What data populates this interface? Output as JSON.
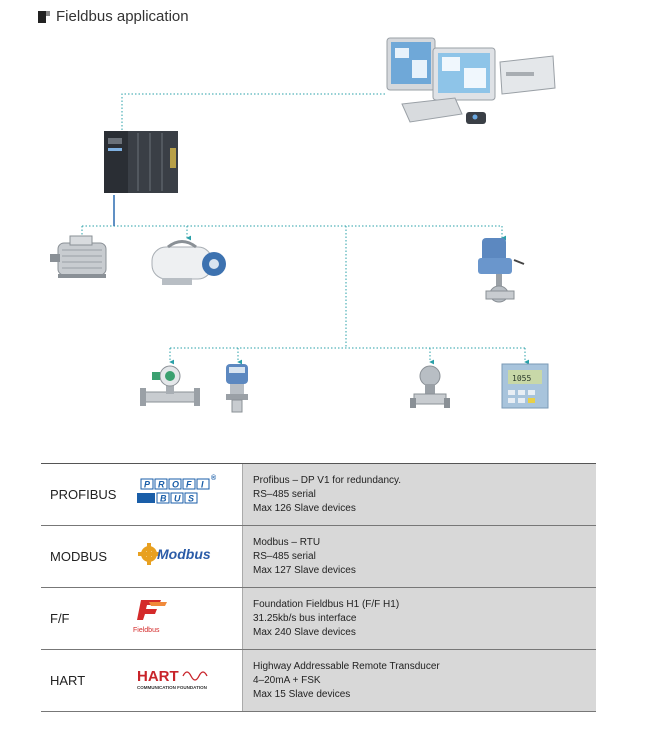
{
  "header": {
    "title": "Fieldbus application"
  },
  "protocols": [
    {
      "name": "PROFIBUS",
      "logo": {
        "icon": "profibus-logo-icon",
        "row1": [
          "P",
          "R",
          "O",
          "F",
          "I"
        ],
        "row2": [
          "B",
          "U",
          "S"
        ],
        "mark": "®",
        "color": "#1a5ea8"
      },
      "lines": [
        "Profibus – DP V1 for redundancy.",
        "RS–485 serial",
        "Max 126 Slave devices"
      ]
    },
    {
      "name": "MODBUS",
      "logo": {
        "icon": "modbus-logo-icon",
        "text": "Modbus",
        "color": "#2b5ca8",
        "accent": "#e8a020"
      },
      "lines": [
        "Modbus – RTU",
        "RS–485 serial",
        "Max 127 Slave devices"
      ]
    },
    {
      "name": "F/F",
      "logo": {
        "icon": "fieldbus-foundation-logo-icon",
        "text": "Fieldbus",
        "color": "#d42a2a"
      },
      "lines": [
        "Foundation Fieldbus H1 (F/F H1)",
        "31.25kb/s bus interface",
        "Max 240 Slave devices"
      ]
    },
    {
      "name": "HART",
      "logo": {
        "icon": "hart-logo-icon",
        "text": "HART",
        "subtext": "COMMUNICATION FOUNDATION",
        "color": "#c8242a"
      },
      "lines": [
        "Highway Addressable Remote Transducer",
        "4–20mA + FSK",
        "Max 15 Slave devices"
      ]
    }
  ],
  "colors": {
    "link_line": "#2aa0a8",
    "plc_link": "#2a6ab0",
    "desc_bg": "#d8d8d8",
    "device_metal": "#c8ccd0",
    "device_blue": "#3d72b0"
  }
}
